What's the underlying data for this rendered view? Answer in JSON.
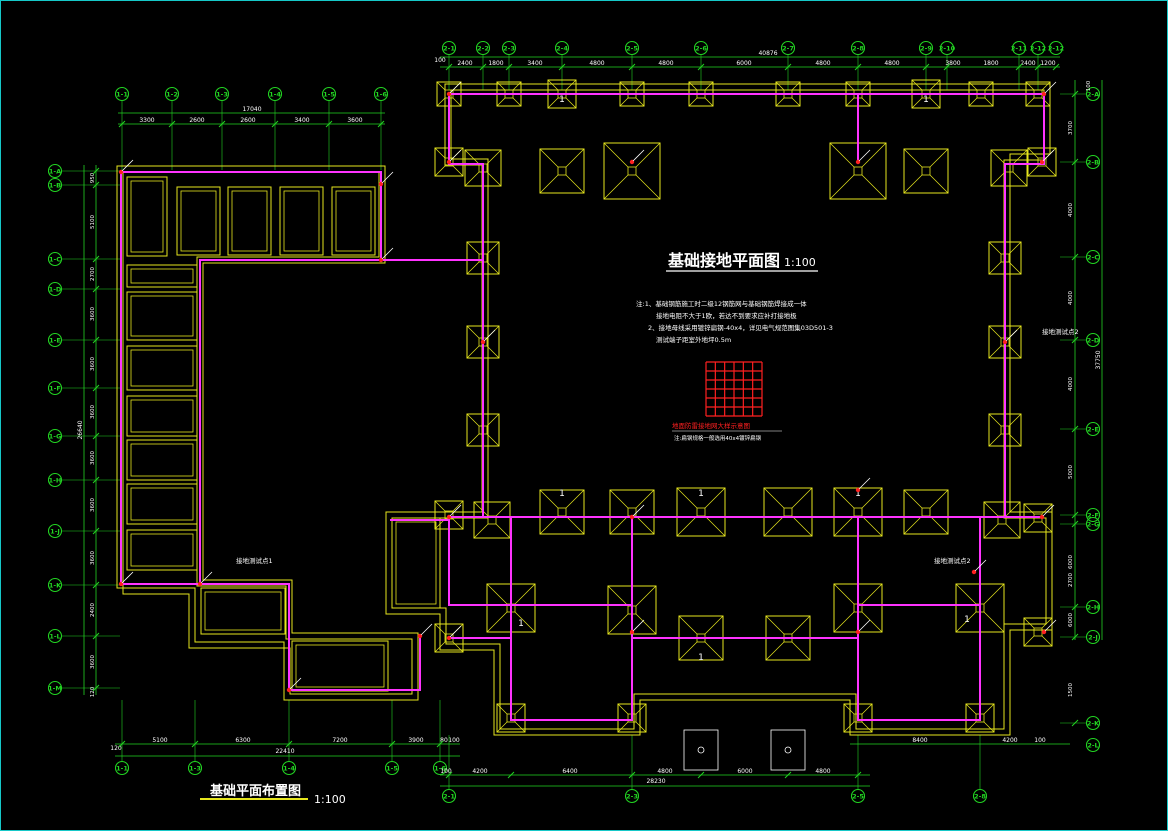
{
  "colors": {
    "background": "#000000",
    "axis_green": "#22d422",
    "wall_yellow": "#e6e61e",
    "ground_magenta": "#ff33ff",
    "label_white": "#ffffff",
    "red": "#ff2020",
    "frame_cyan": "#16c8c8"
  },
  "titles": {
    "grounding_plan": "基础接地平面图",
    "grounding_scale": "1:100",
    "foundation_plan": "基础平面布置图",
    "foundation_scale": "1:100"
  },
  "notes": {
    "line1": "注:1、基础钢筋施工时二级12钢筋网与基础钢筋焊接成一体",
    "line2": "接地电阻不大于1欧，若达不到要求应补打接地极",
    "line3": "2、接地母线采用镀锌扁钢-40x4，详见电气规范图集03D501-3",
    "line4": "测试端子距室外地坪0.5m",
    "mesh_caption": "地面防雷接地网大样示意图",
    "mesh_subcaption": "注:扁钢规格一般选用40x4镀锌扁钢"
  },
  "dimensions": {
    "top_total": "40876",
    "top_spans": [
      "2400",
      "1800",
      "3400",
      "4800",
      "4800",
      "6000",
      "4800",
      "4800",
      "3800",
      "1800",
      "2400",
      "1200"
    ],
    "top_first": "100",
    "left_total": "17040",
    "left_spans": [
      "3300",
      "2600",
      "2600",
      "3400",
      "3600"
    ],
    "bottom_left_total": "22410",
    "bottom_left_spans": [
      "5100",
      "6300",
      "7200",
      "3900",
      "80"
    ],
    "bottom_left_edges": [
      "120",
      "100"
    ],
    "bottom_right_total": "28230",
    "bottom_right_spans": [
      "4200",
      "6400",
      "4800",
      "6000",
      "4800"
    ],
    "bottom_right_edge": "100",
    "right_total": "37750",
    "right_spans": [
      "3700",
      "4000",
      "4000",
      "4000",
      "5000",
      "6000",
      "2700",
      "6000",
      "1500"
    ],
    "right_stub": "100",
    "bottom_right_small": [
      "8400",
      "4200",
      "100"
    ],
    "left_vertical_total": "26640",
    "left_vertical_spans": [
      "950",
      "5100",
      "2700",
      "3600",
      "3600",
      "3600",
      "3600",
      "3600",
      "3600",
      "2400",
      "3600",
      "120"
    ]
  },
  "axis_bubbles": {
    "top": [
      "2-1",
      "2-2",
      "2-3",
      "2-4",
      "2-5",
      "2-6",
      "2-7",
      "2-8",
      "2-9",
      "2-10",
      "2-11",
      "2-12"
    ],
    "left_top": [
      "1-1",
      "1-2",
      "1-3",
      "1-4",
      "1-5",
      "1-6"
    ],
    "left_side": [
      "1-A",
      "1-B",
      "1-C",
      "1-D",
      "1-E",
      "1-F",
      "1-G",
      "1-H",
      "1-J",
      "1-K",
      "1-L",
      "1-M"
    ],
    "right_side": [
      "2-A",
      "2-B",
      "2-C",
      "2-D",
      "2-E",
      "2-F",
      "2-G",
      "2-H",
      "2-J",
      "2-K"
    ],
    "bottom_left": [
      "1-1",
      "1-3",
      "1-4",
      "1-5",
      "1-6"
    ],
    "bottom_right": [
      "2-1",
      "2-3",
      "2-5",
      "2-8"
    ]
  },
  "callouts": {
    "test_point_1": "接地测试点1",
    "test_point_2": "接地测试点2",
    "ground_mark": "1"
  }
}
